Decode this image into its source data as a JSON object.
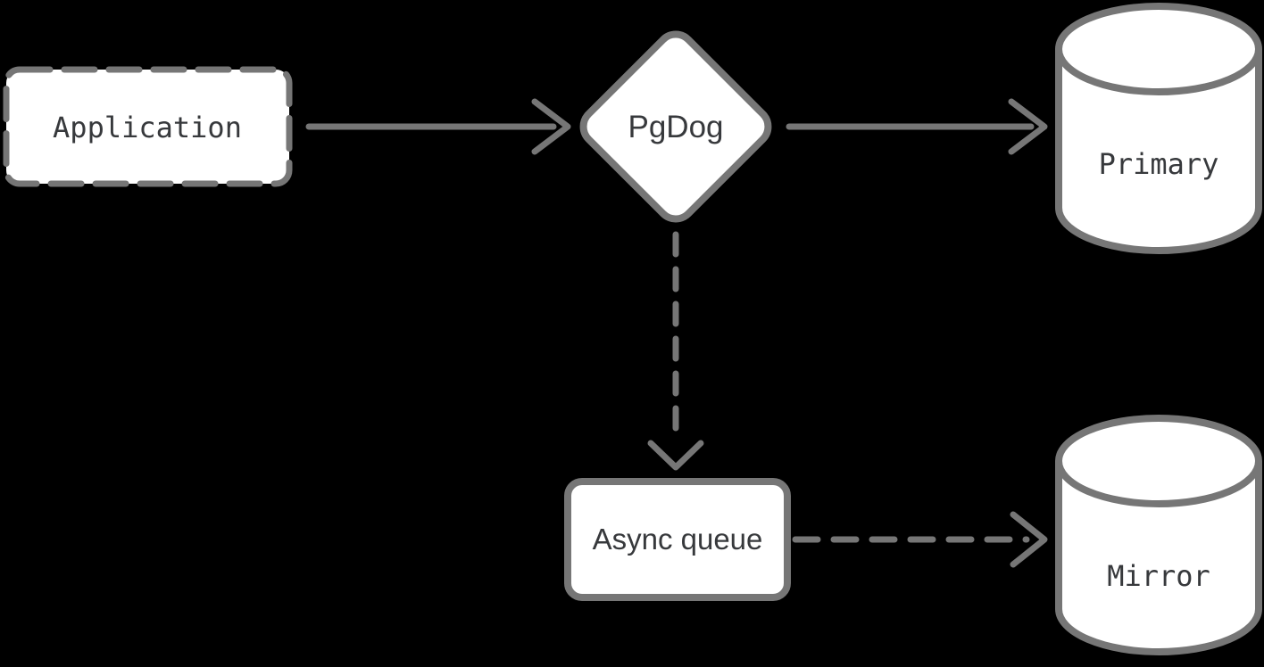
{
  "diagram": {
    "type": "flowchart",
    "background_color": "#000000",
    "shape_fill_color": "#ffffff",
    "stroke_color": "#767676",
    "text_color": "#37393c",
    "nodes": [
      {
        "id": "application",
        "label": "Application",
        "shape": "rectangle",
        "border_style": "dashed"
      },
      {
        "id": "pgdog",
        "label": "PgDog",
        "shape": "diamond",
        "border_style": "solid"
      },
      {
        "id": "primary",
        "label": "Primary",
        "shape": "database-cylinder",
        "border_style": "solid"
      },
      {
        "id": "async-queue",
        "label": "Async queue",
        "shape": "rectangle",
        "border_style": "solid"
      },
      {
        "id": "mirror",
        "label": "Mirror",
        "shape": "database-cylinder",
        "border_style": "solid"
      }
    ],
    "edges": [
      {
        "from": "application",
        "to": "pgdog",
        "style": "solid",
        "direction": "right"
      },
      {
        "from": "pgdog",
        "to": "primary",
        "style": "solid",
        "direction": "right"
      },
      {
        "from": "pgdog",
        "to": "async-queue",
        "style": "dashed",
        "direction": "down"
      },
      {
        "from": "async-queue",
        "to": "mirror",
        "style": "dashed",
        "direction": "right"
      }
    ]
  }
}
